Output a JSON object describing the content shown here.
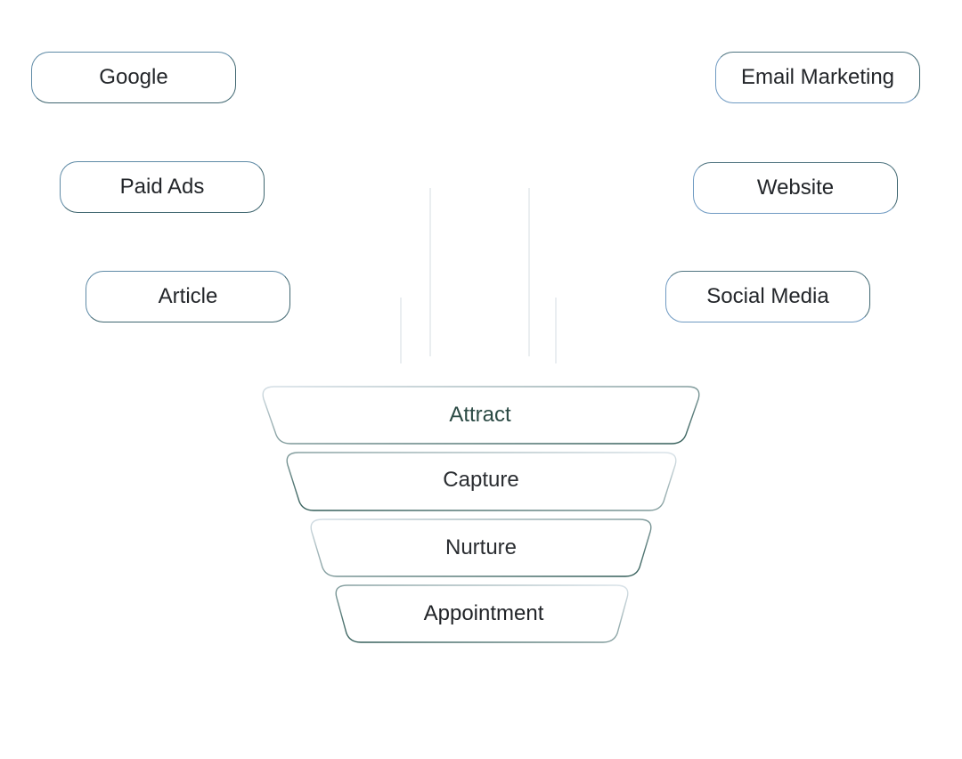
{
  "sources": {
    "left": [
      {
        "label": "Google"
      },
      {
        "label": "Paid Ads"
      },
      {
        "label": "Article"
      }
    ],
    "right": [
      {
        "label": "Email Marketing"
      },
      {
        "label": "Website"
      },
      {
        "label": "Social Media"
      }
    ]
  },
  "funnel": {
    "stages": [
      {
        "label": "Attract"
      },
      {
        "label": "Capture"
      },
      {
        "label": "Nurture"
      },
      {
        "label": "Appointment"
      }
    ]
  },
  "colors": {
    "line_dark": "#2f5a55",
    "line_light": "#c9d6dc",
    "border_blue": "#6f93b3",
    "stage_text": "#2b4a44",
    "text": "#23262a"
  }
}
